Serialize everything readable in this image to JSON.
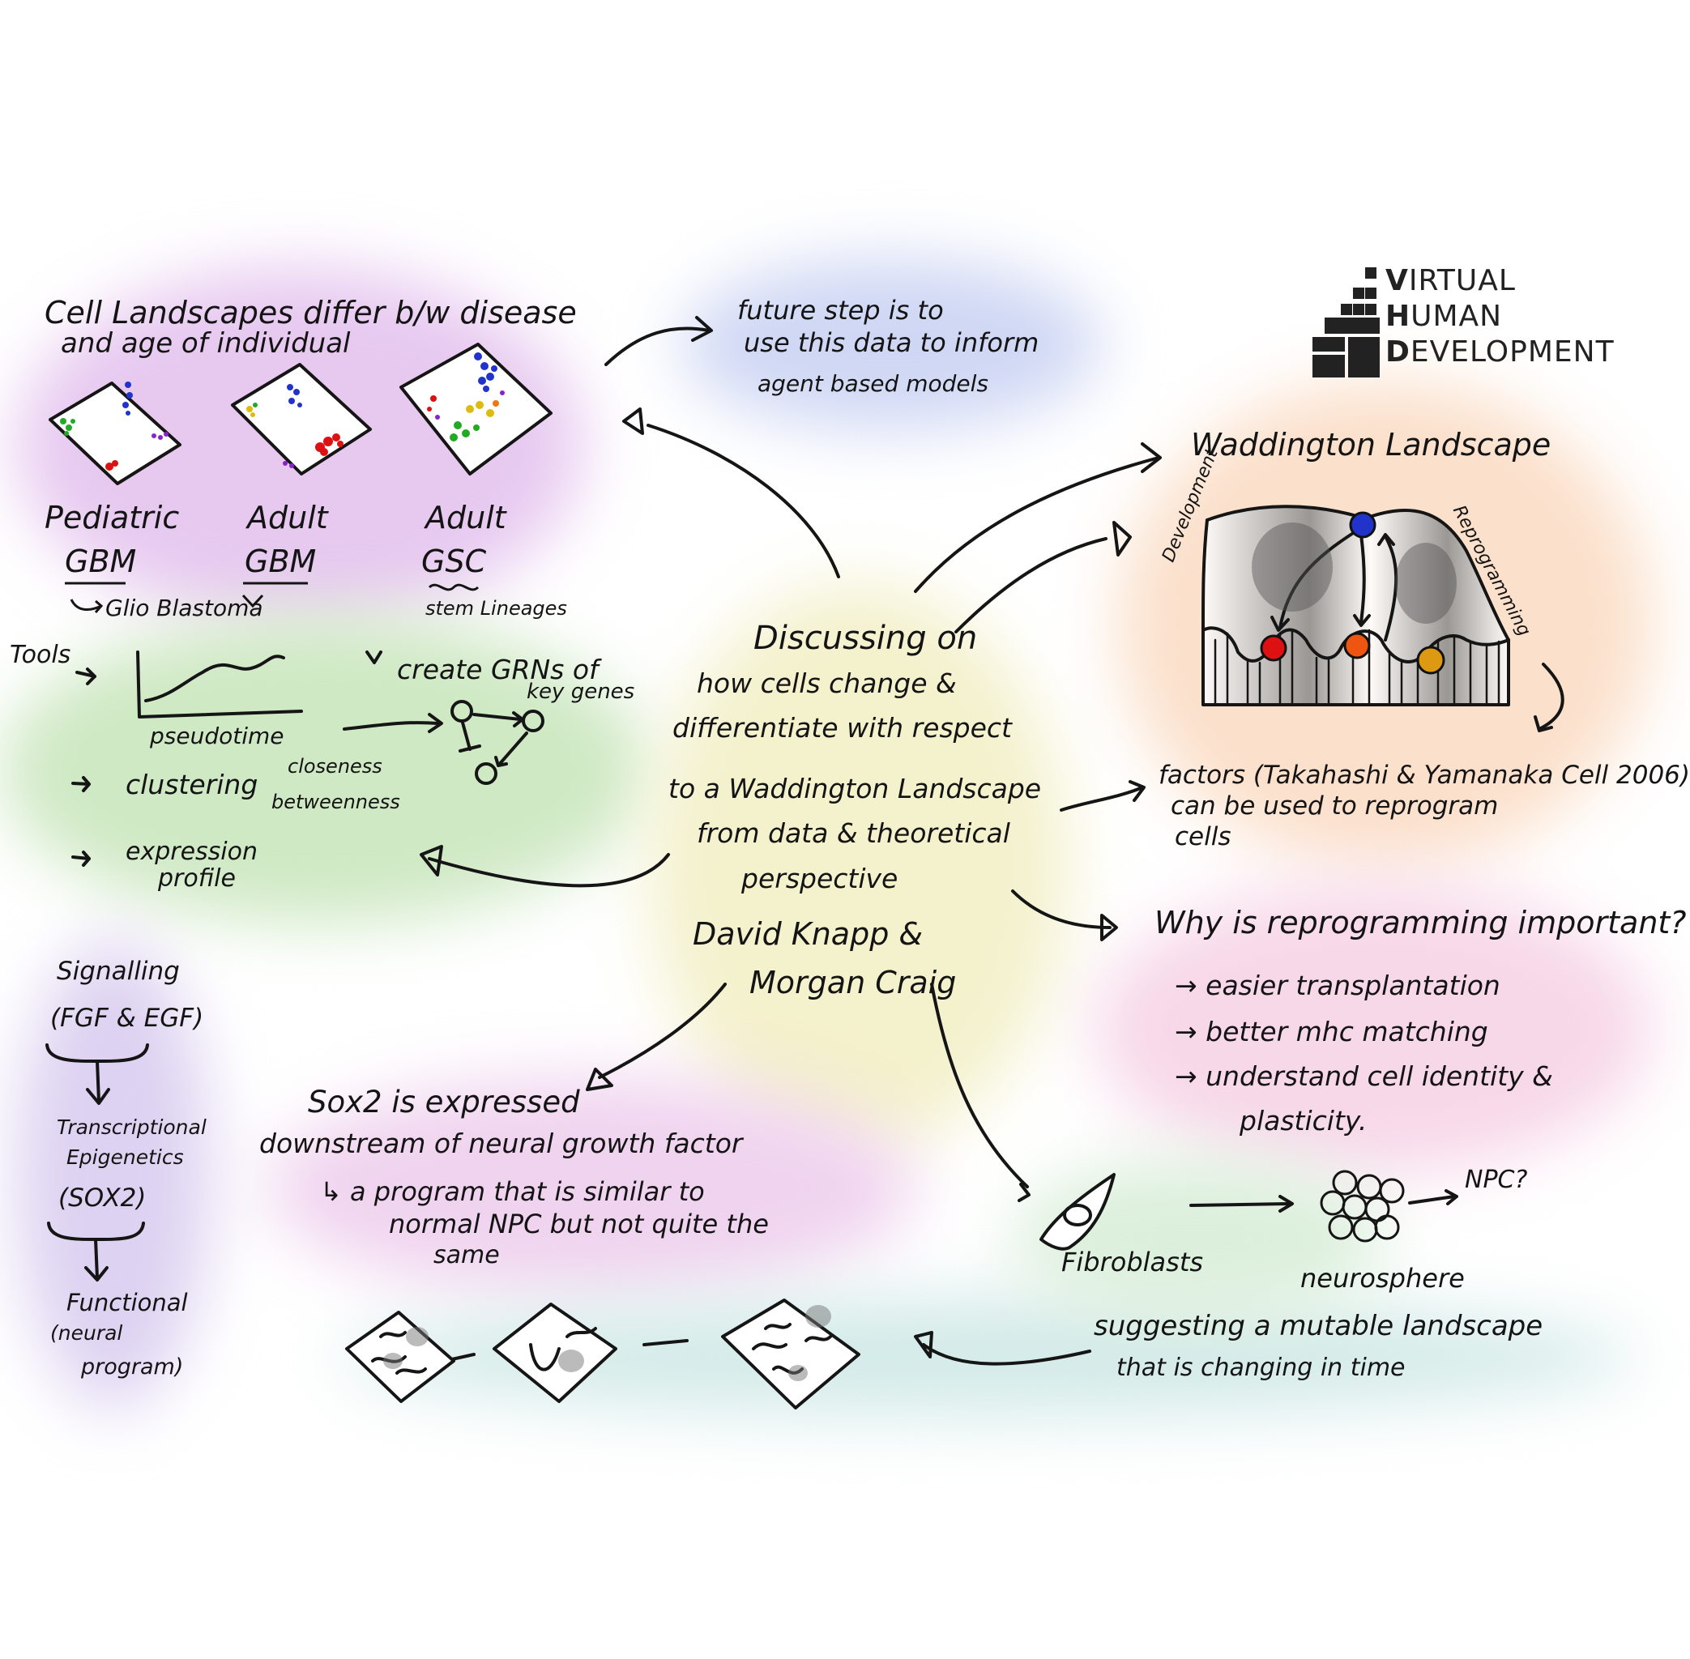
{
  "logo": {
    "line1_initial": "V",
    "line1_rest": "IRTUAL",
    "line2_initial": "H",
    "line2_rest": "UMAN",
    "line3_initial": "D",
    "line3_rest": "EVELOPMENT"
  },
  "center": {
    "line1": "Discussing on",
    "line2": "how cells change &",
    "line3": "differentiate with respect",
    "line4": "to a Waddington Landscape",
    "line5": "from data & theoretical",
    "line6": "perspective",
    "speakers1": "David Knapp &",
    "speakers2": "Morgan Craig"
  },
  "cell_landscapes": {
    "title1": "Cell Landscapes differ b/w disease",
    "title2": "and age of individual",
    "labels": [
      {
        "top": "Pediatric",
        "bottom": "GBM"
      },
      {
        "top": "Adult",
        "bottom": "GBM"
      },
      {
        "top": "Adult",
        "bottom": "GSC"
      }
    ],
    "gbm_note": "Glio Blastoma",
    "gsc_note": "stem Lineages"
  },
  "future": {
    "line1": "future step is to",
    "line2": "use this data to inform",
    "line3": "agent based models"
  },
  "waddington": {
    "title": "Waddington Landscape",
    "left_label": "Development",
    "right_label": "Reprogramming",
    "colors": {
      "top": "#2233cc",
      "left": "#dd1111",
      "mid": "#ee5511",
      "right": "#dd9911"
    }
  },
  "factors": {
    "line1": "factors (Takahashi & Yamanaka Cell 2006)",
    "line2": "can be used to reprogram",
    "line3": "cells"
  },
  "tools": {
    "label": "Tools",
    "chart_label": "pseudotime",
    "grn_note1": "create GRNs of",
    "grn_note2": "key genes",
    "item1": "clustering",
    "closeness": "closeness",
    "betweenness": "betweenness",
    "item3a": "expression",
    "item3b": "profile"
  },
  "why": {
    "title": "Why is reprogramming important?",
    "items": [
      "easier transplantation",
      "better mhc matching",
      "understand cell identity &",
      "plasticity."
    ]
  },
  "signalling": {
    "a1": "Signalling",
    "a2": "(FGF & EGF)",
    "b1": "Transcriptional",
    "b2": "Epigenetics",
    "b3": "(SOX2)",
    "c1": "Functional",
    "c2": "(neural",
    "c3": "program)"
  },
  "sox2": {
    "line1": "Sox2 is expressed",
    "line2": "downstream of neural growth factor",
    "line3": "a program that is similar to",
    "line4": "normal NPC but not quite the",
    "line5": "same"
  },
  "cells": {
    "fibroblasts": "Fibroblasts",
    "neurosphere": "neurosphere",
    "npc": "NPC?"
  },
  "mutable": {
    "line1": "suggesting a mutable landscape",
    "line2": "that is changing in time"
  }
}
